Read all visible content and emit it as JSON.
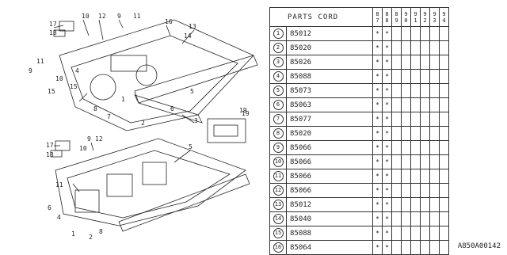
{
  "diagram": {
    "callouts": [
      "17",
      "18",
      "10",
      "12",
      "9",
      "11",
      "16",
      "13",
      "14",
      "15",
      "8",
      "7",
      "6",
      "5",
      "3",
      "2",
      "1",
      "4",
      "19",
      "11",
      "9",
      "10",
      "15",
      "17",
      "18",
      "11",
      "12",
      "9",
      "10",
      "5",
      "8",
      "2",
      "6",
      "4",
      "1",
      "19"
    ]
  },
  "table": {
    "header": "PARTS CORD",
    "year_headers": [
      "8\n7",
      "8\n8",
      "8\n9",
      "9\n0",
      "9\n1",
      "9\n2",
      "9\n3",
      "9\n4"
    ],
    "rows": [
      {
        "idx": "1",
        "code": "85012",
        "marks": [
          "*",
          "*",
          "",
          "",
          "",
          "",
          "",
          ""
        ]
      },
      {
        "idx": "2",
        "code": "85020",
        "marks": [
          "*",
          "*",
          "",
          "",
          "",
          "",
          "",
          ""
        ]
      },
      {
        "idx": "3",
        "code": "85026",
        "marks": [
          "*",
          "*",
          "",
          "",
          "",
          "",
          "",
          ""
        ]
      },
      {
        "idx": "4",
        "code": "85088",
        "marks": [
          "*",
          "*",
          "",
          "",
          "",
          "",
          "",
          ""
        ]
      },
      {
        "idx": "5",
        "code": "85073",
        "marks": [
          "*",
          "*",
          "",
          "",
          "",
          "",
          "",
          ""
        ]
      },
      {
        "idx": "6",
        "code": "85063",
        "marks": [
          "*",
          "*",
          "",
          "",
          "",
          "",
          "",
          ""
        ]
      },
      {
        "idx": "7",
        "code": "85077",
        "marks": [
          "*",
          "*",
          "",
          "",
          "",
          "",
          "",
          ""
        ]
      },
      {
        "idx": "8",
        "code": "85020",
        "marks": [
          "*",
          "*",
          "",
          "",
          "",
          "",
          "",
          ""
        ]
      },
      {
        "idx": "9",
        "code": "85066",
        "marks": [
          "*",
          "*",
          "",
          "",
          "",
          "",
          "",
          ""
        ]
      },
      {
        "idx": "10",
        "code": "85066",
        "marks": [
          "*",
          "*",
          "",
          "",
          "",
          "",
          "",
          ""
        ]
      },
      {
        "idx": "11",
        "code": "85066",
        "marks": [
          "*",
          "*",
          "",
          "",
          "",
          "",
          "",
          ""
        ]
      },
      {
        "idx": "12",
        "code": "85066",
        "marks": [
          "*",
          "*",
          "",
          "",
          "",
          "",
          "",
          ""
        ]
      },
      {
        "idx": "13",
        "code": "85012",
        "marks": [
          "*",
          "*",
          "",
          "",
          "",
          "",
          "",
          ""
        ]
      },
      {
        "idx": "14",
        "code": "85040",
        "marks": [
          "*",
          "*",
          "",
          "",
          "",
          "",
          "",
          ""
        ]
      },
      {
        "idx": "15",
        "code": "85088",
        "marks": [
          "*",
          "*",
          "",
          "",
          "",
          "",
          "",
          ""
        ]
      },
      {
        "idx": "16",
        "code": "85064",
        "marks": [
          "*",
          "*",
          "",
          "",
          "",
          "",
          "",
          ""
        ]
      }
    ]
  },
  "catalog_id": "A850A00142"
}
